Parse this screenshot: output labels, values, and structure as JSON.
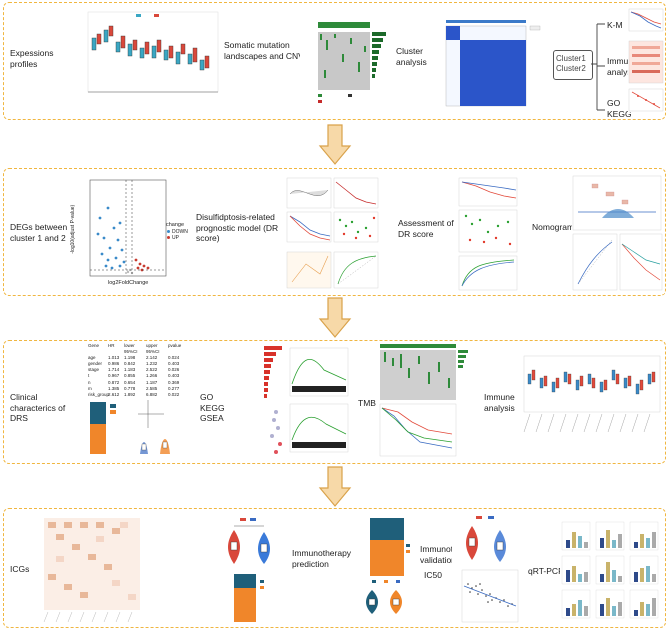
{
  "colors": {
    "panel_border": "#f0b640",
    "arrow_fill": "#f7d9a8",
    "arrow_stroke": "#d9a24a",
    "blue": "#2a5fb4",
    "red": "#cc3a2f",
    "teal": "#1f5f7a",
    "orange": "#f0862a"
  },
  "panel1": {
    "expression_label": "Expessions profiles",
    "mutation_label": "Somatic mutation landscapes and CNV",
    "cluster_label": "Cluster analysis",
    "cluster_box": [
      "Cluster1",
      "Cluster2"
    ],
    "km_label": "K-M",
    "immune_label": "Immune analysis",
    "go_label": "GO KEGG"
  },
  "panel2": {
    "deg_label": "DEGs between cluster 1 and 2",
    "model_label": "Disulfidptosis-related prognostic model (DR score)",
    "assess_label": "Assessment of DR score",
    "nomogram_label": "Nomogram",
    "volcano_xlabel": "log2FoldChange",
    "volcano_ylabel": "-log10(adjust P-value)",
    "legend_title": "change",
    "legend_items": [
      "DOWN",
      "UP"
    ]
  },
  "panel3": {
    "clinical_label": "Clinical characterics of DRS",
    "enrich_label": "GO KEGG GSEA",
    "tmb_label": "TMB",
    "immune_label": "Immune analysis",
    "table_header": [
      "Gene",
      "HR",
      "lower 95%CI",
      "upper 95%CI",
      "pvalue"
    ],
    "table_rows": [
      [
        "age",
        "1.013",
        "1.198",
        "2.142",
        "0.024"
      ],
      [
        "gender",
        "0.986",
        "0.842",
        "1.232",
        "0.403"
      ],
      [
        "stage",
        "1.714",
        "1.183",
        "2.522",
        "0.026"
      ],
      [
        "t",
        "0.967",
        "0.855",
        "1.266",
        "0.403"
      ],
      [
        "n",
        "0.872",
        "0.654",
        "1.187",
        "0.369"
      ],
      [
        "m",
        "1.385",
        "0.778",
        "2.585",
        "0.277"
      ],
      [
        "risk_group",
        "2.612",
        "1.892",
        "6.882",
        "0.022"
      ]
    ]
  },
  "panel4": {
    "icg_label": "ICGs",
    "immuno_pred_label": "Immunotherapy prediction",
    "immuno_valid_label": "Immunotherapy validation",
    "ic50_label": "IC50",
    "qrt_label": "qRT-PCR"
  }
}
